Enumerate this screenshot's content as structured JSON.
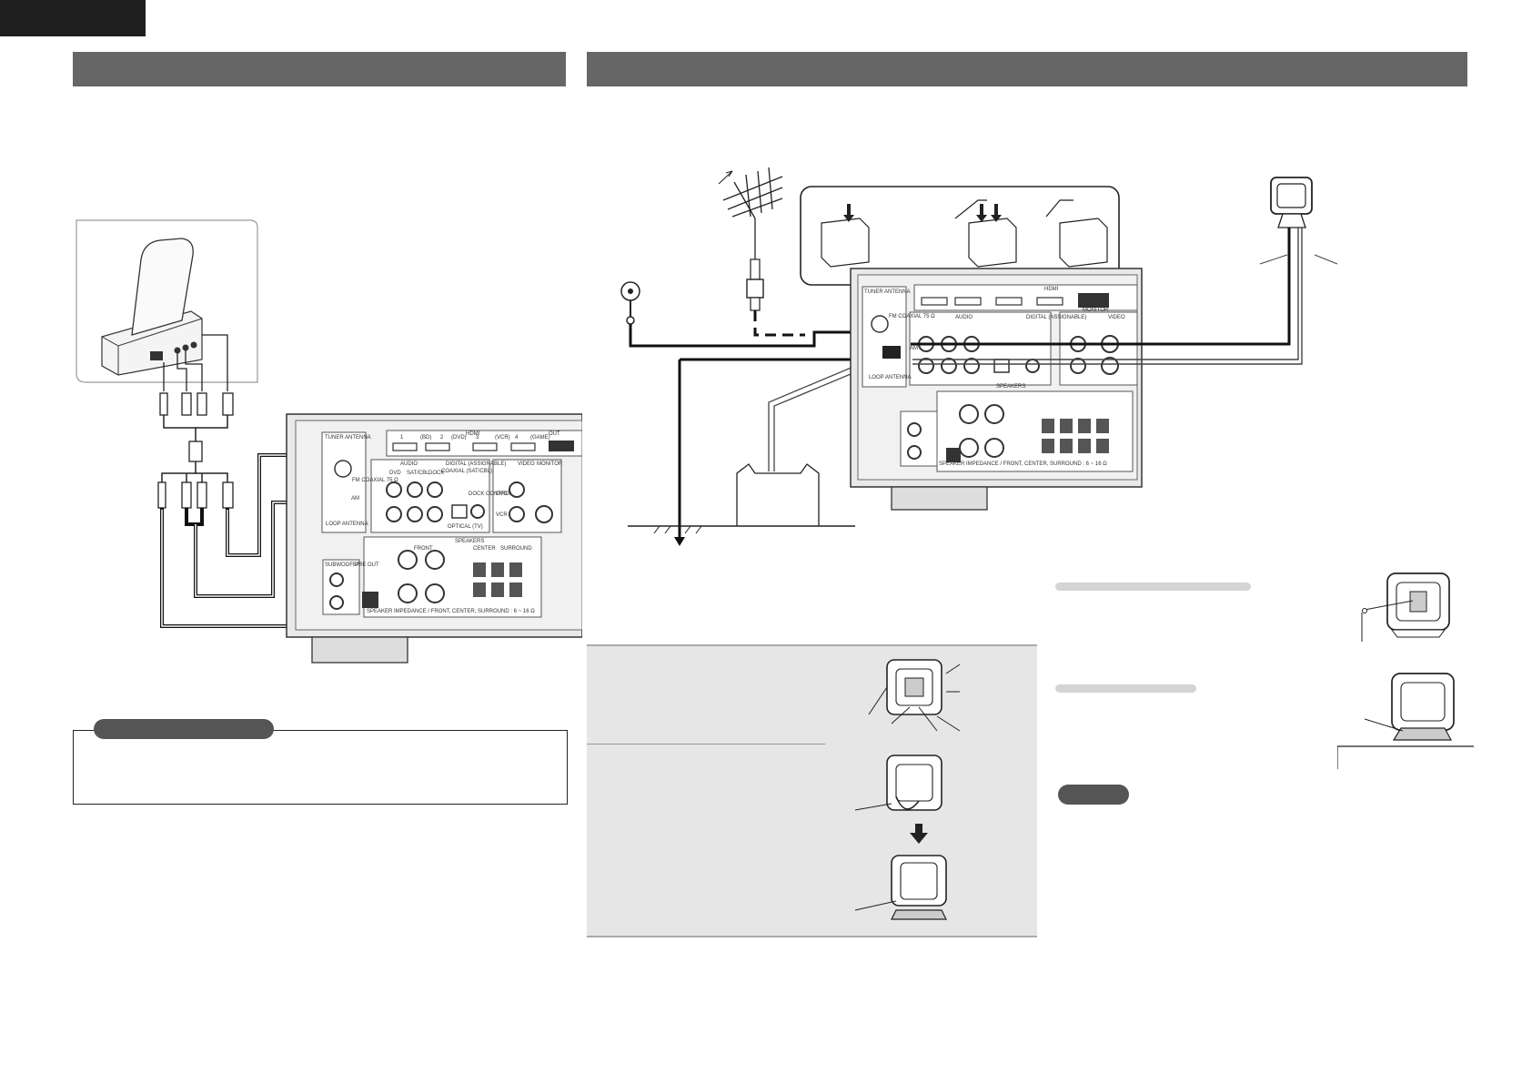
{
  "page": {
    "language_tab_color": "#1f1f1f",
    "section_bar_color": "#666666",
    "panel_color": "#e6e6e6"
  },
  "receiver_labels": {
    "tuner_antenna": "TUNER ANTENNA",
    "fm_coax": "FM COAXIAL 75 Ω",
    "am": "AM",
    "loop_antenna": "LOOP ANTENNA",
    "audio": "AUDIO",
    "digital": "DIGITAL (ASSIGNABLE)",
    "coaxial_sat_cbl": "COAXIAL (SAT/CBL)",
    "optical_tv": "OPTICAL (TV)",
    "video": "VIDEO",
    "dock_control": "DOCK CONTROL",
    "hdmi": "HDMI",
    "hdmi_1": "1",
    "hdmi_bd": "(BD)",
    "hdmi_2": "2",
    "hdmi_dvd": "(DVD)",
    "hdmi_3": "3",
    "hdmi_vcr": "(VCR)",
    "hdmi_4": "4",
    "hdmi_game": "(GAME)",
    "monitor": "MONITOR",
    "out": "OUT",
    "dvd": "DVD",
    "sat_cbl": "SAT/CBL",
    "dock": "DOCK",
    "vcr": "VCR",
    "speakers": "SPEAKERS",
    "front": "FRONT",
    "center": "CENTER",
    "surround": "SURROUND",
    "subwoofer": "SUBWOOFER",
    "pre_out": "PRE OUT",
    "speaker_impedance": "SPEAKER IMPEDANCE / FRONT, CENTER, SURROUND : 6 ~ 16 Ω"
  }
}
